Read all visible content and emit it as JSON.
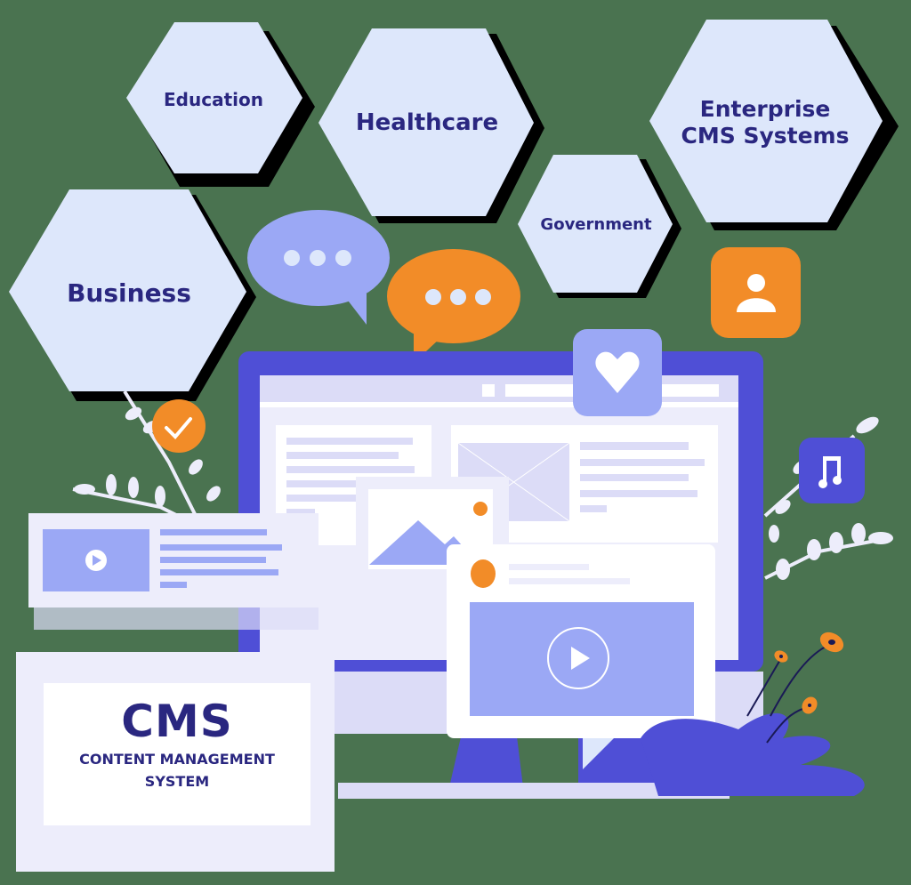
{
  "hexagons": [
    {
      "id": "education",
      "label": "Education"
    },
    {
      "id": "healthcare",
      "label": "Healthcare"
    },
    {
      "id": "enterprise",
      "label": "Enterprise CMS Systems"
    },
    {
      "id": "government",
      "label": "Government"
    },
    {
      "id": "business",
      "label": "Business"
    }
  ],
  "cms_card": {
    "title": "CMS",
    "subtitle_line1": "CONTENT MANAGEMENT",
    "subtitle_line2": "SYSTEM"
  },
  "colors": {
    "hex_fill": "#dde7fb",
    "text_navy": "#2a2780",
    "monitor_blue": "#4f4fd6",
    "accent_orange": "#f28c28",
    "light_purple": "#9ba8f5",
    "screen_bg": "#ededfb"
  },
  "icons": [
    "chat-bubble-icon",
    "user-icon",
    "heart-icon",
    "music-note-icon",
    "check-icon",
    "play-icon",
    "image-placeholder-icon"
  ]
}
